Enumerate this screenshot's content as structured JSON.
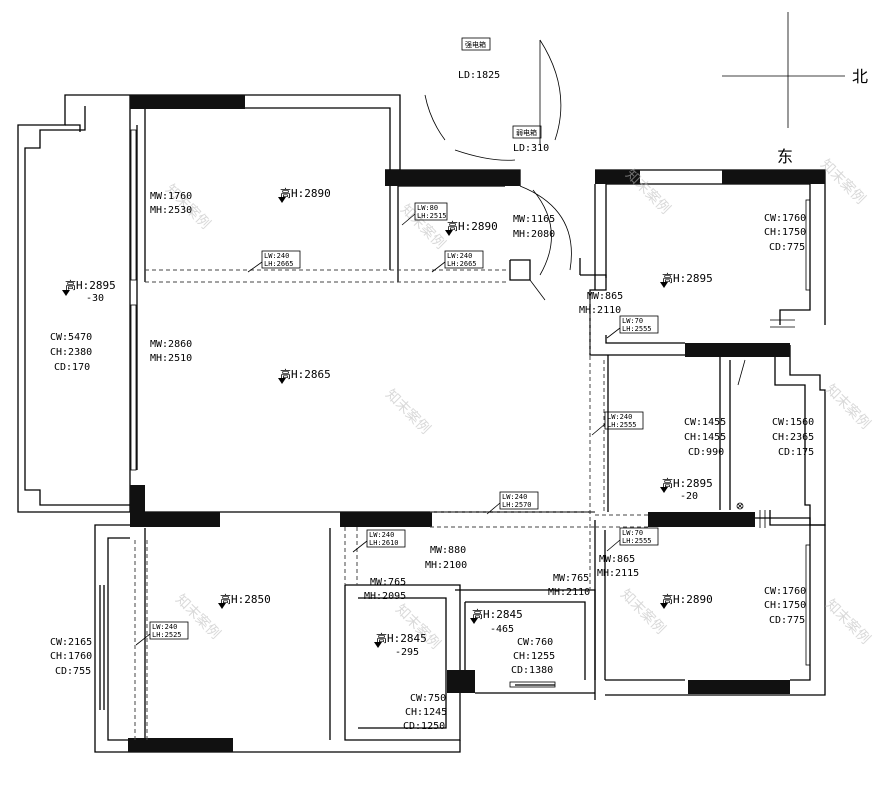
{
  "compass": {
    "north": "北",
    "east": "东"
  },
  "boxes": {
    "weak_box": "弱电箱",
    "strong_box": "强电箱"
  },
  "ld": {
    "top": "LD:1825",
    "mid": "LD:310"
  },
  "watermark": "知末案例",
  "rooms": {
    "balcony": {
      "height": "高H:2895",
      "height2": "-30",
      "cw": "CW:5470",
      "ch": "CH:2380",
      "cd": "CD:170"
    },
    "bedroom_nw": {
      "height": "高H:2890",
      "mw": "MW:1760",
      "mh": "MH:2530"
    },
    "closet": {
      "height": "高H:2890",
      "mw": "MW:1165",
      "mh": "MH:2080",
      "lw": "LW:80",
      "lh": "LH:2515"
    },
    "living": {
      "height": "高H:2865",
      "mw": "MW:2860",
      "mh": "MH:2510"
    },
    "bedroom_ne": {
      "height": "高H:2895",
      "cw": "CW:1760",
      "ch": "CH:1750",
      "cd": "CD:775",
      "mw": "MW:865",
      "mh": "MH:2110"
    },
    "kitchen": {
      "height": "高H:2895",
      "height2": "-20",
      "cw": "CW:1455",
      "ch": "CH:1455",
      "cd": "CD:990",
      "cw2": "CW:1560",
      "ch2": "CH:2365",
      "cd2": "CD:175"
    },
    "bedroom_sw": {
      "height": "高H:2850",
      "cw": "CW:2165",
      "ch": "CH:1760",
      "cd": "CD:755"
    },
    "corridor": {
      "mw": "MW:880",
      "mh": "MH:2100",
      "mw2": "MW:765",
      "mh2": "MH:2095",
      "mw3": "MW:765",
      "mh3": "MH:2110",
      "mw4": "MW:865",
      "mh4": "MH:2115"
    },
    "bath1": {
      "height": "高H:2845",
      "height2": "-295",
      "cw": "CW:750",
      "ch": "CH:1245",
      "cd": "CD:1250"
    },
    "bath2": {
      "height": "高H:2845",
      "height2": "-465",
      "cw": "CW:760",
      "ch": "CH:1255",
      "cd": "CD:1380"
    },
    "bedroom_se": {
      "height": "高H:2890",
      "cw": "CW:1760",
      "ch": "CH:1750",
      "cd": "CD:775"
    }
  },
  "beams": {
    "b1": {
      "lw": "LW:240",
      "lh": "LH:2665"
    },
    "b2": {
      "lw": "LW:240",
      "lh": "LH:2665"
    },
    "b3": {
      "lw": "LW:70",
      "lh": "LH:2555"
    },
    "b4": {
      "lw": "LW:240",
      "lh": "LH:2555"
    },
    "b5": {
      "lw": "LW:240",
      "lh": "LH:2570"
    },
    "b6": {
      "lw": "LW:240",
      "lh": "LH:2610"
    },
    "b7": {
      "lw": "LW:70",
      "lh": "LH:2555"
    },
    "b8": {
      "lw": "LW:240",
      "lh": "LH:2525"
    }
  }
}
